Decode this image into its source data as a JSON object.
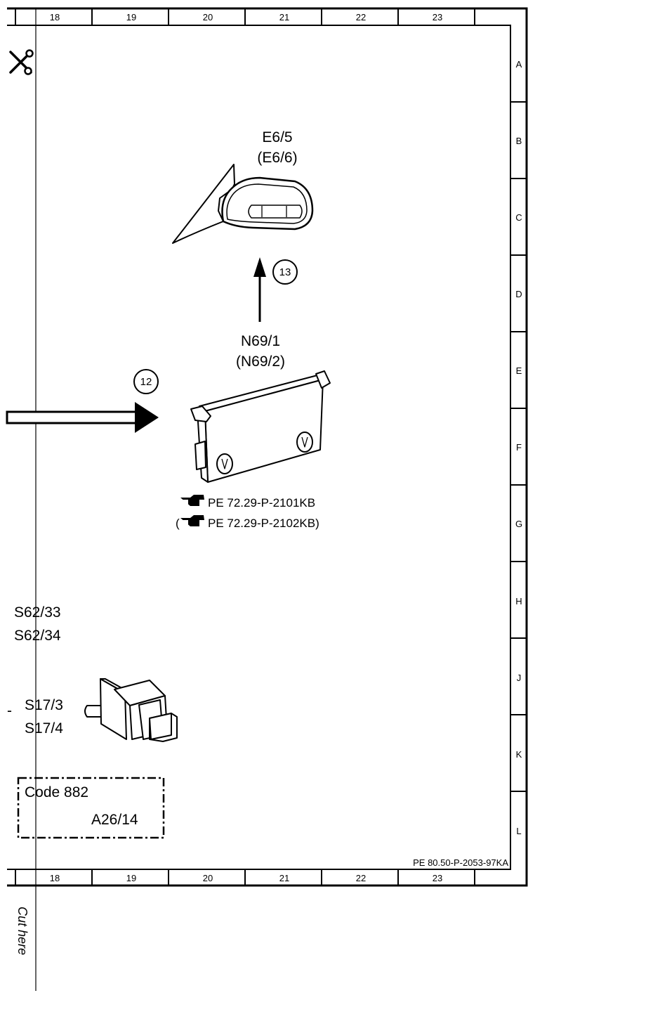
{
  "grid": {
    "columns": [
      "18",
      "19",
      "20",
      "21",
      "22",
      "23"
    ],
    "rows": [
      "A",
      "B",
      "C",
      "D",
      "E",
      "F",
      "G",
      "H",
      "J",
      "K",
      "L"
    ]
  },
  "components": {
    "mirror": {
      "label": "E6/5",
      "alt_label": "(E6/6)"
    },
    "control_module": {
      "label": "N69/1",
      "alt_label": "(N69/2)"
    },
    "switch_top": {
      "label1": "S62/33",
      "label2": "S62/34"
    },
    "switch": {
      "label1": "S17/3",
      "label2": "S17/4"
    }
  },
  "references": {
    "ref1": "PE 72.29-P-2101KB",
    "ref2_open": "(",
    "ref2": "PE 72.29-P-2102KB)"
  },
  "callouts": {
    "arrow_up": "13",
    "arrow_right": "12"
  },
  "code_box": {
    "code": "Code 882",
    "module": "A26/14"
  },
  "drawing_number": "PE 80.50-P-2053-97KA",
  "cut_here": "Cut here",
  "dash_mark": "-"
}
